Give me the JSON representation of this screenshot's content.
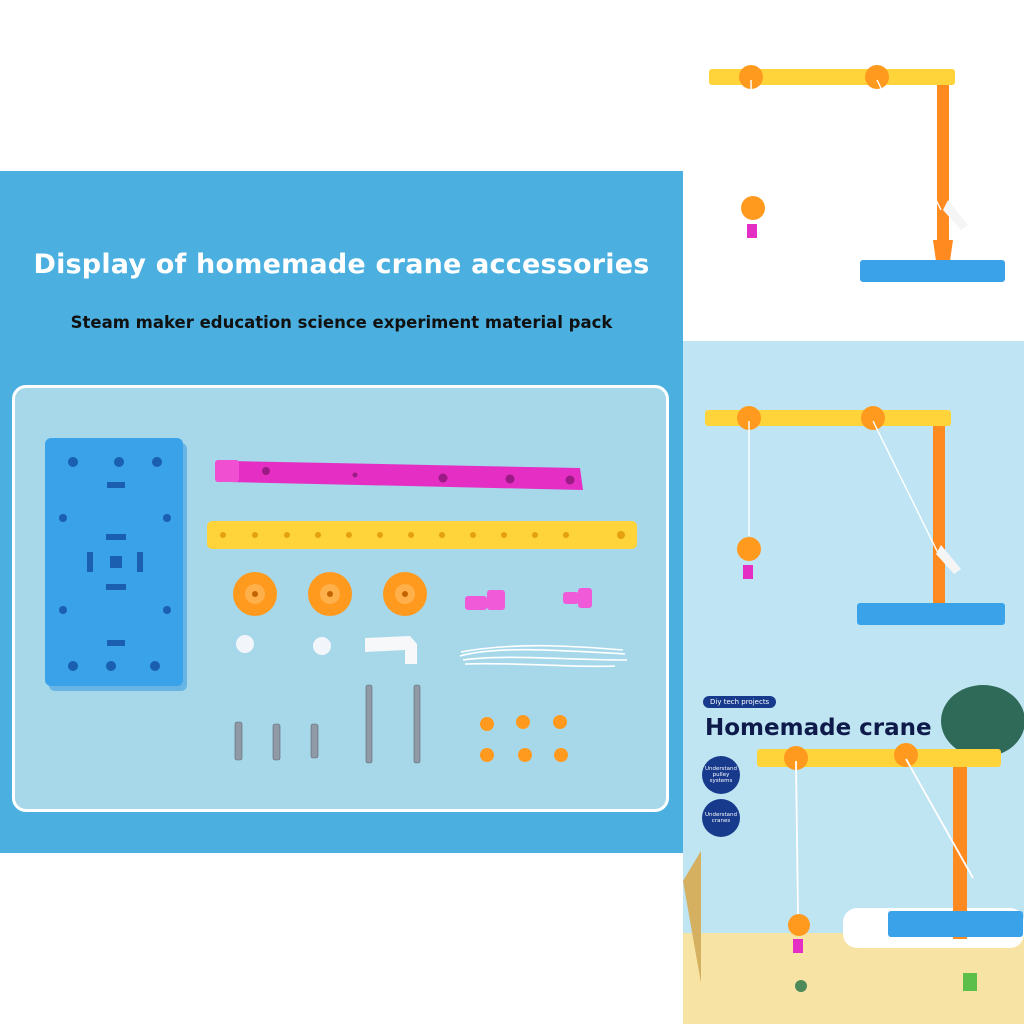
{
  "main": {
    "title": "Display of homemade crane accessories",
    "subtitle": "Steam maker education science experiment material pack"
  },
  "thumb3": {
    "tag": "Diy tech projects",
    "title": "Homemade crane",
    "badges": [
      "Understand pulley systems",
      "Understand cranes"
    ]
  },
  "colors": {
    "panel_blue": "#4bb0e0",
    "base_blue": "#3aa2e8",
    "beam_yellow": "#ffd43a",
    "pulley_orange": "#ff9a1f",
    "arm_magenta": "#e52fc4",
    "badge_navy": "#173a8c"
  }
}
